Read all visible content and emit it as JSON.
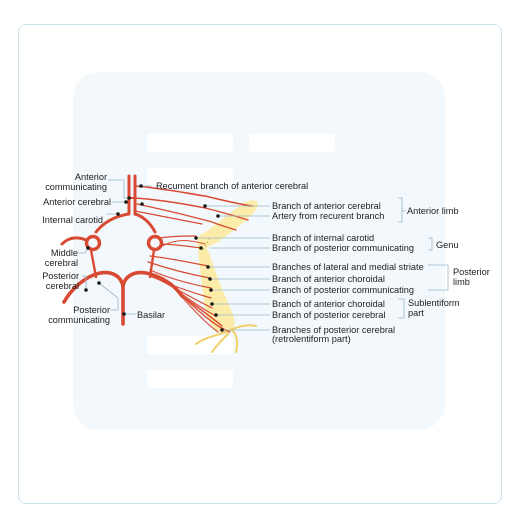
{
  "labels_left": {
    "anterior_communicating_1": "Anterior",
    "anterior_communicating_2": "communicating",
    "anterior_cerebral": "Anterior cerebral",
    "internal_carotid": "Internal carotid",
    "middle_cerebral_1": "Middle",
    "middle_cerebral_2": "cerebral",
    "posterior_cerebral_1": "Posterior",
    "posterior_cerebral_2": "cerebral",
    "posterior_communicating_1": "Posterior",
    "posterior_communicating_2": "communicating",
    "basilar": "Basilar"
  },
  "labels_right": {
    "recurrent_branch": "Recument branch of anterior cerebral",
    "branch_anterior_cerebral": "Branch of anterior cerebral",
    "artery_recurent_branch": "Artery from recurent branch",
    "branch_internal_carotid": "Branch of internal carotid",
    "branch_posterior_communicating_genu": "Branch of posterior communicating",
    "branches_striate": "Branches of lateral and medial striate",
    "branch_anterior_choroidal_pl": "Branch of anterior choroidal",
    "branch_posterior_communicating_pl": "Branch of posterior communicating",
    "branch_anterior_choroidal_sl": "Branch of anterior choroidal",
    "branch_posterior_cerebral_sl": "Branch of posterior cerebral",
    "branches_posterior_cerebral_1": "Branches of posterior cerebral",
    "branches_posterior_cerebral_2": "(retrolentiform part)"
  },
  "groups": {
    "anterior_limb": "Anterior limb",
    "genu": "Genu",
    "posterior_limb_1": "Posterior",
    "posterior_limb_2": "limb",
    "sublentiform_1": "Sublentiform",
    "sublentiform_2": "part"
  },
  "colors": {
    "artery": "#d94a33",
    "capsule": "#fbeda9",
    "leader": "#9bb8c8",
    "dot": "#1a1a1a",
    "text": "#1e1e1e"
  }
}
